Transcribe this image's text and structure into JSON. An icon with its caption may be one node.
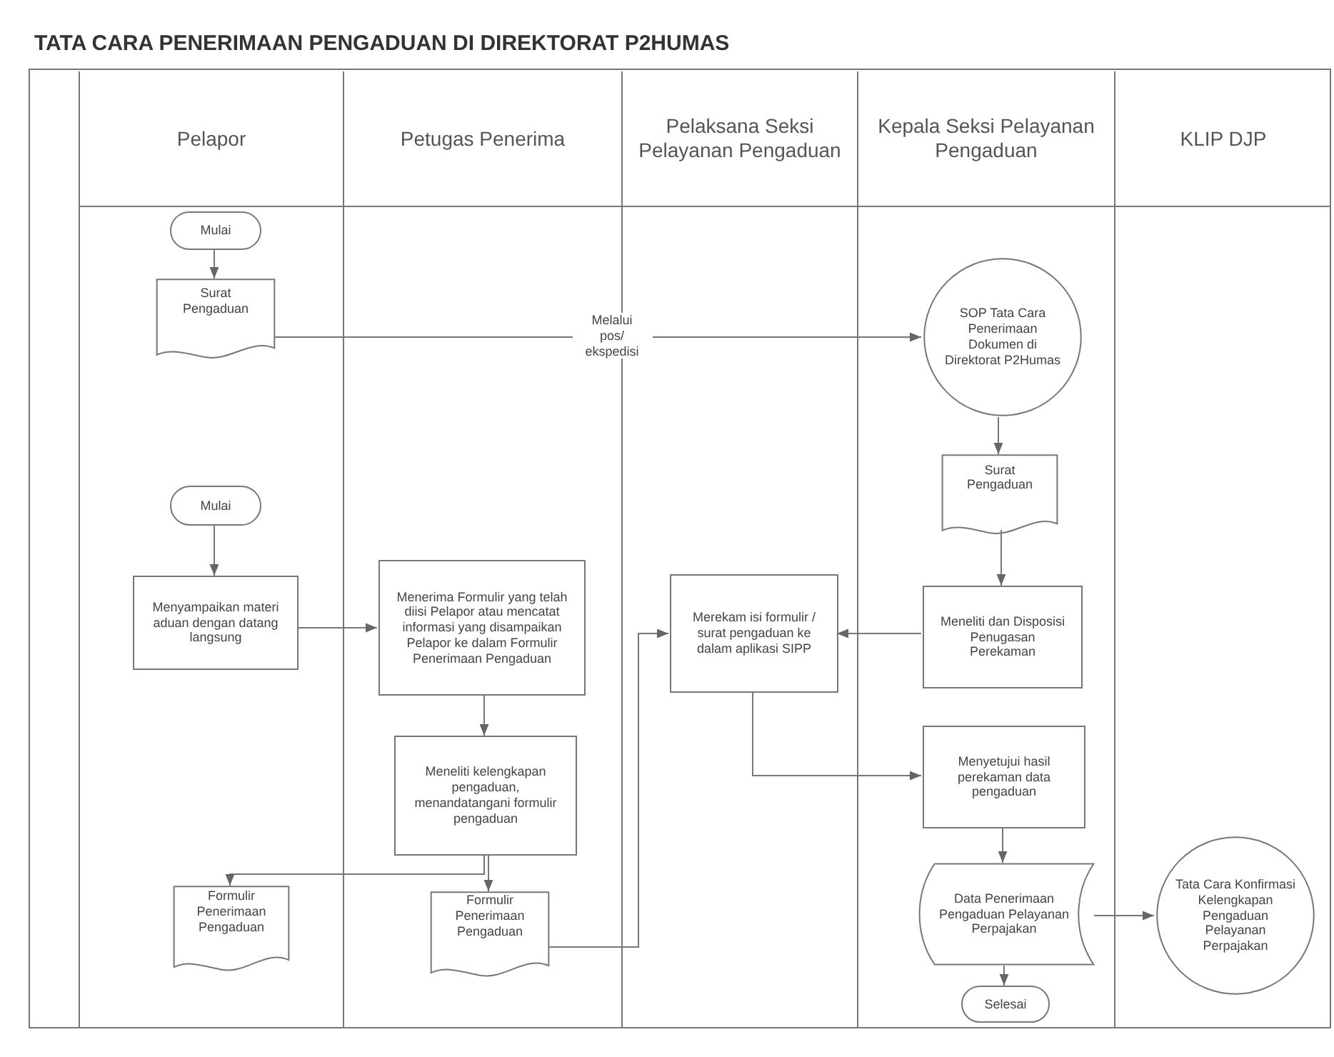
{
  "diagram": {
    "title": "TATA CARA PENERIMAAN PENGADUAN DI DIREKTORAT P2HUMAS",
    "nodes": [
      {
        "text": [
          "Pelapor"
        ]
      },
      {
        "text": [
          "Petugas Penerima"
        ]
      },
      {
        "text": [
          "Pelaksana Seksi Pelayanan Pengaduan"
        ]
      },
      {
        "text": [
          "Kepala Seksi Pelayanan Pengaduan"
        ]
      },
      {
        "text": [
          "KLIP DJP"
        ]
      },
      {
        "text": [
          "Mulai"
        ],
        "in": 0
      },
      {
        "text": [
          "Surat Pengaduan"
        ],
        "in": 0
      },
      {
        "text": [
          "SOP Tata Cara Penerimaan Dokumen di Direktorat P2Humas"
        ],
        "in": 3
      },
      {
        "text": [
          "Surat Pengaduan"
        ],
        "in": 3
      },
      {
        "text": [
          "Mulai"
        ],
        "in": 0
      },
      {
        "text": [
          "Menyampaikan materi aduan dengan datang langsung"
        ],
        "in": 0
      },
      {
        "text": [
          "Menerima Formulir yang telah diisi Pelapor atau mencatat informasi yang disampaikan Pelapor ke dalam Formulir Penerimaan Pengaduan"
        ],
        "in": 1
      },
      {
        "text": [
          "Merekam isi formulir / surat pengaduan ke dalam aplikasi SIPP"
        ],
        "in": 2
      },
      {
        "text": [
          "Meneliti dan Disposisi Penugasan Perekaman"
        ],
        "in": 3
      },
      {
        "text": [
          "Meneliti kelengkapan pengaduan, menandatangani formulir pengaduan"
        ],
        "in": 1
      },
      {
        "text": [
          "Menyetujui hasil perekaman data pengaduan"
        ],
        "in": 3
      },
      {
        "text": [
          "Formulir Penerimaan Pengaduan"
        ],
        "in": 0
      },
      {
        "text": [
          "Formulir Penerimaan Pengaduan"
        ],
        "in": 1
      },
      {
        "text": [
          "Data Penerimaan Pengaduan Pelayanan Perpajakan"
        ],
        "in": 3
      },
      {
        "text": [
          "Selesai"
        ],
        "in": 3
      },
      {
        "text": [
          "Tata Cara Konfirmasi Kelengkapan Pengaduan Pelayanan Perpajakan"
        ],
        "in": 4
      }
    ],
    "edges": [
      {
        "from": 5,
        "to": 6,
        "arrow": "to"
      },
      {
        "from": 6,
        "to": 7,
        "arrow": "to",
        "label": "Melalui pos/ ekspedisi"
      },
      {
        "from": 7,
        "to": 8,
        "arrow": "to"
      },
      {
        "from": 8,
        "to": 13,
        "arrow": "to"
      },
      {
        "from": 9,
        "to": 10,
        "arrow": "to"
      },
      {
        "from": 10,
        "to": 11,
        "arrow": "to"
      },
      {
        "from": 11,
        "to": 14,
        "arrow": "to"
      },
      {
        "from": 13,
        "to": 12,
        "arrow": "to"
      },
      {
        "from": 14,
        "to": 17,
        "arrow": "to"
      },
      {
        "from": 14,
        "to": 16,
        "arrow": "to"
      },
      {
        "from": 17,
        "to": 12,
        "arrow": "to"
      },
      {
        "from": 12,
        "to": 15,
        "arrow": "to"
      },
      {
        "from": 15,
        "to": 18,
        "arrow": "to"
      },
      {
        "from": 18,
        "to": 19,
        "arrow": "to"
      },
      {
        "from": 18,
        "to": 20,
        "arrow": "to"
      }
    ]
  }
}
